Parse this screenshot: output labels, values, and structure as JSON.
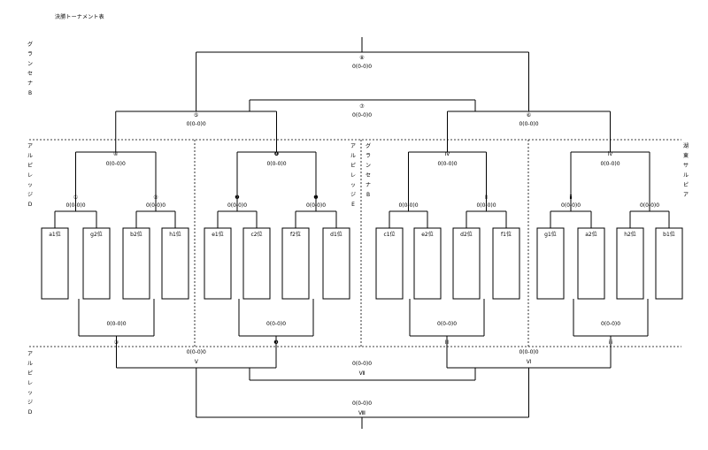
{
  "title": "決勝トーナメント表",
  "side_labels": [
    {
      "id": "grand-top",
      "chars": [
        "グ",
        "ラ",
        "ン",
        "セ",
        "ナ",
        "B"
      ]
    },
    {
      "id": "alpi-d-left",
      "chars": [
        "ア",
        "ル",
        "ピ",
        "レ",
        "ッ",
        "ジ",
        "D"
      ]
    },
    {
      "id": "alpi-e",
      "chars": [
        "ア",
        "ル",
        "ピ",
        "レ",
        "ッ",
        "ジ",
        "E"
      ]
    },
    {
      "id": "grand-mid",
      "chars": [
        "グ",
        "ラ",
        "ン",
        "セ",
        "ナ",
        "B"
      ]
    },
    {
      "id": "kohigashi",
      "chars": [
        "湖",
        "東",
        "サ",
        "ル",
        "ピ",
        "ア"
      ]
    },
    {
      "id": "alpi-d-bottom",
      "chars": [
        "ア",
        "ル",
        "ピ",
        "レ",
        "ッ",
        "ジ",
        "D"
      ]
    }
  ],
  "teams": [
    "a1位",
    "g2位",
    "b2位",
    "h1位",
    "e1位",
    "c2位",
    "f2位",
    "d1位",
    "c1位",
    "e2位",
    "d2位",
    "f1位",
    "g1位",
    "a2位",
    "h2位",
    "b1位"
  ],
  "score": "0(0-0)0",
  "matches": {
    "r1": [
      "①",
      "②",
      "❷",
      "❶",
      "Ⅰ",
      "Ⅱ",
      "ii",
      "i"
    ],
    "r2": [
      "④",
      "❹",
      "Ⅳ",
      "iv"
    ],
    "r2_bottom": [
      "③",
      "❸",
      "Ⅲ",
      "iii"
    ],
    "sf": [
      "⑤",
      "⑥"
    ],
    "sf_bottom": [
      "Ⅴ",
      "Ⅵ"
    ],
    "third_place": "⑦",
    "final": "⑧",
    "bottom_final1": "Ⅶ",
    "bottom_final2": "Ⅷ"
  }
}
